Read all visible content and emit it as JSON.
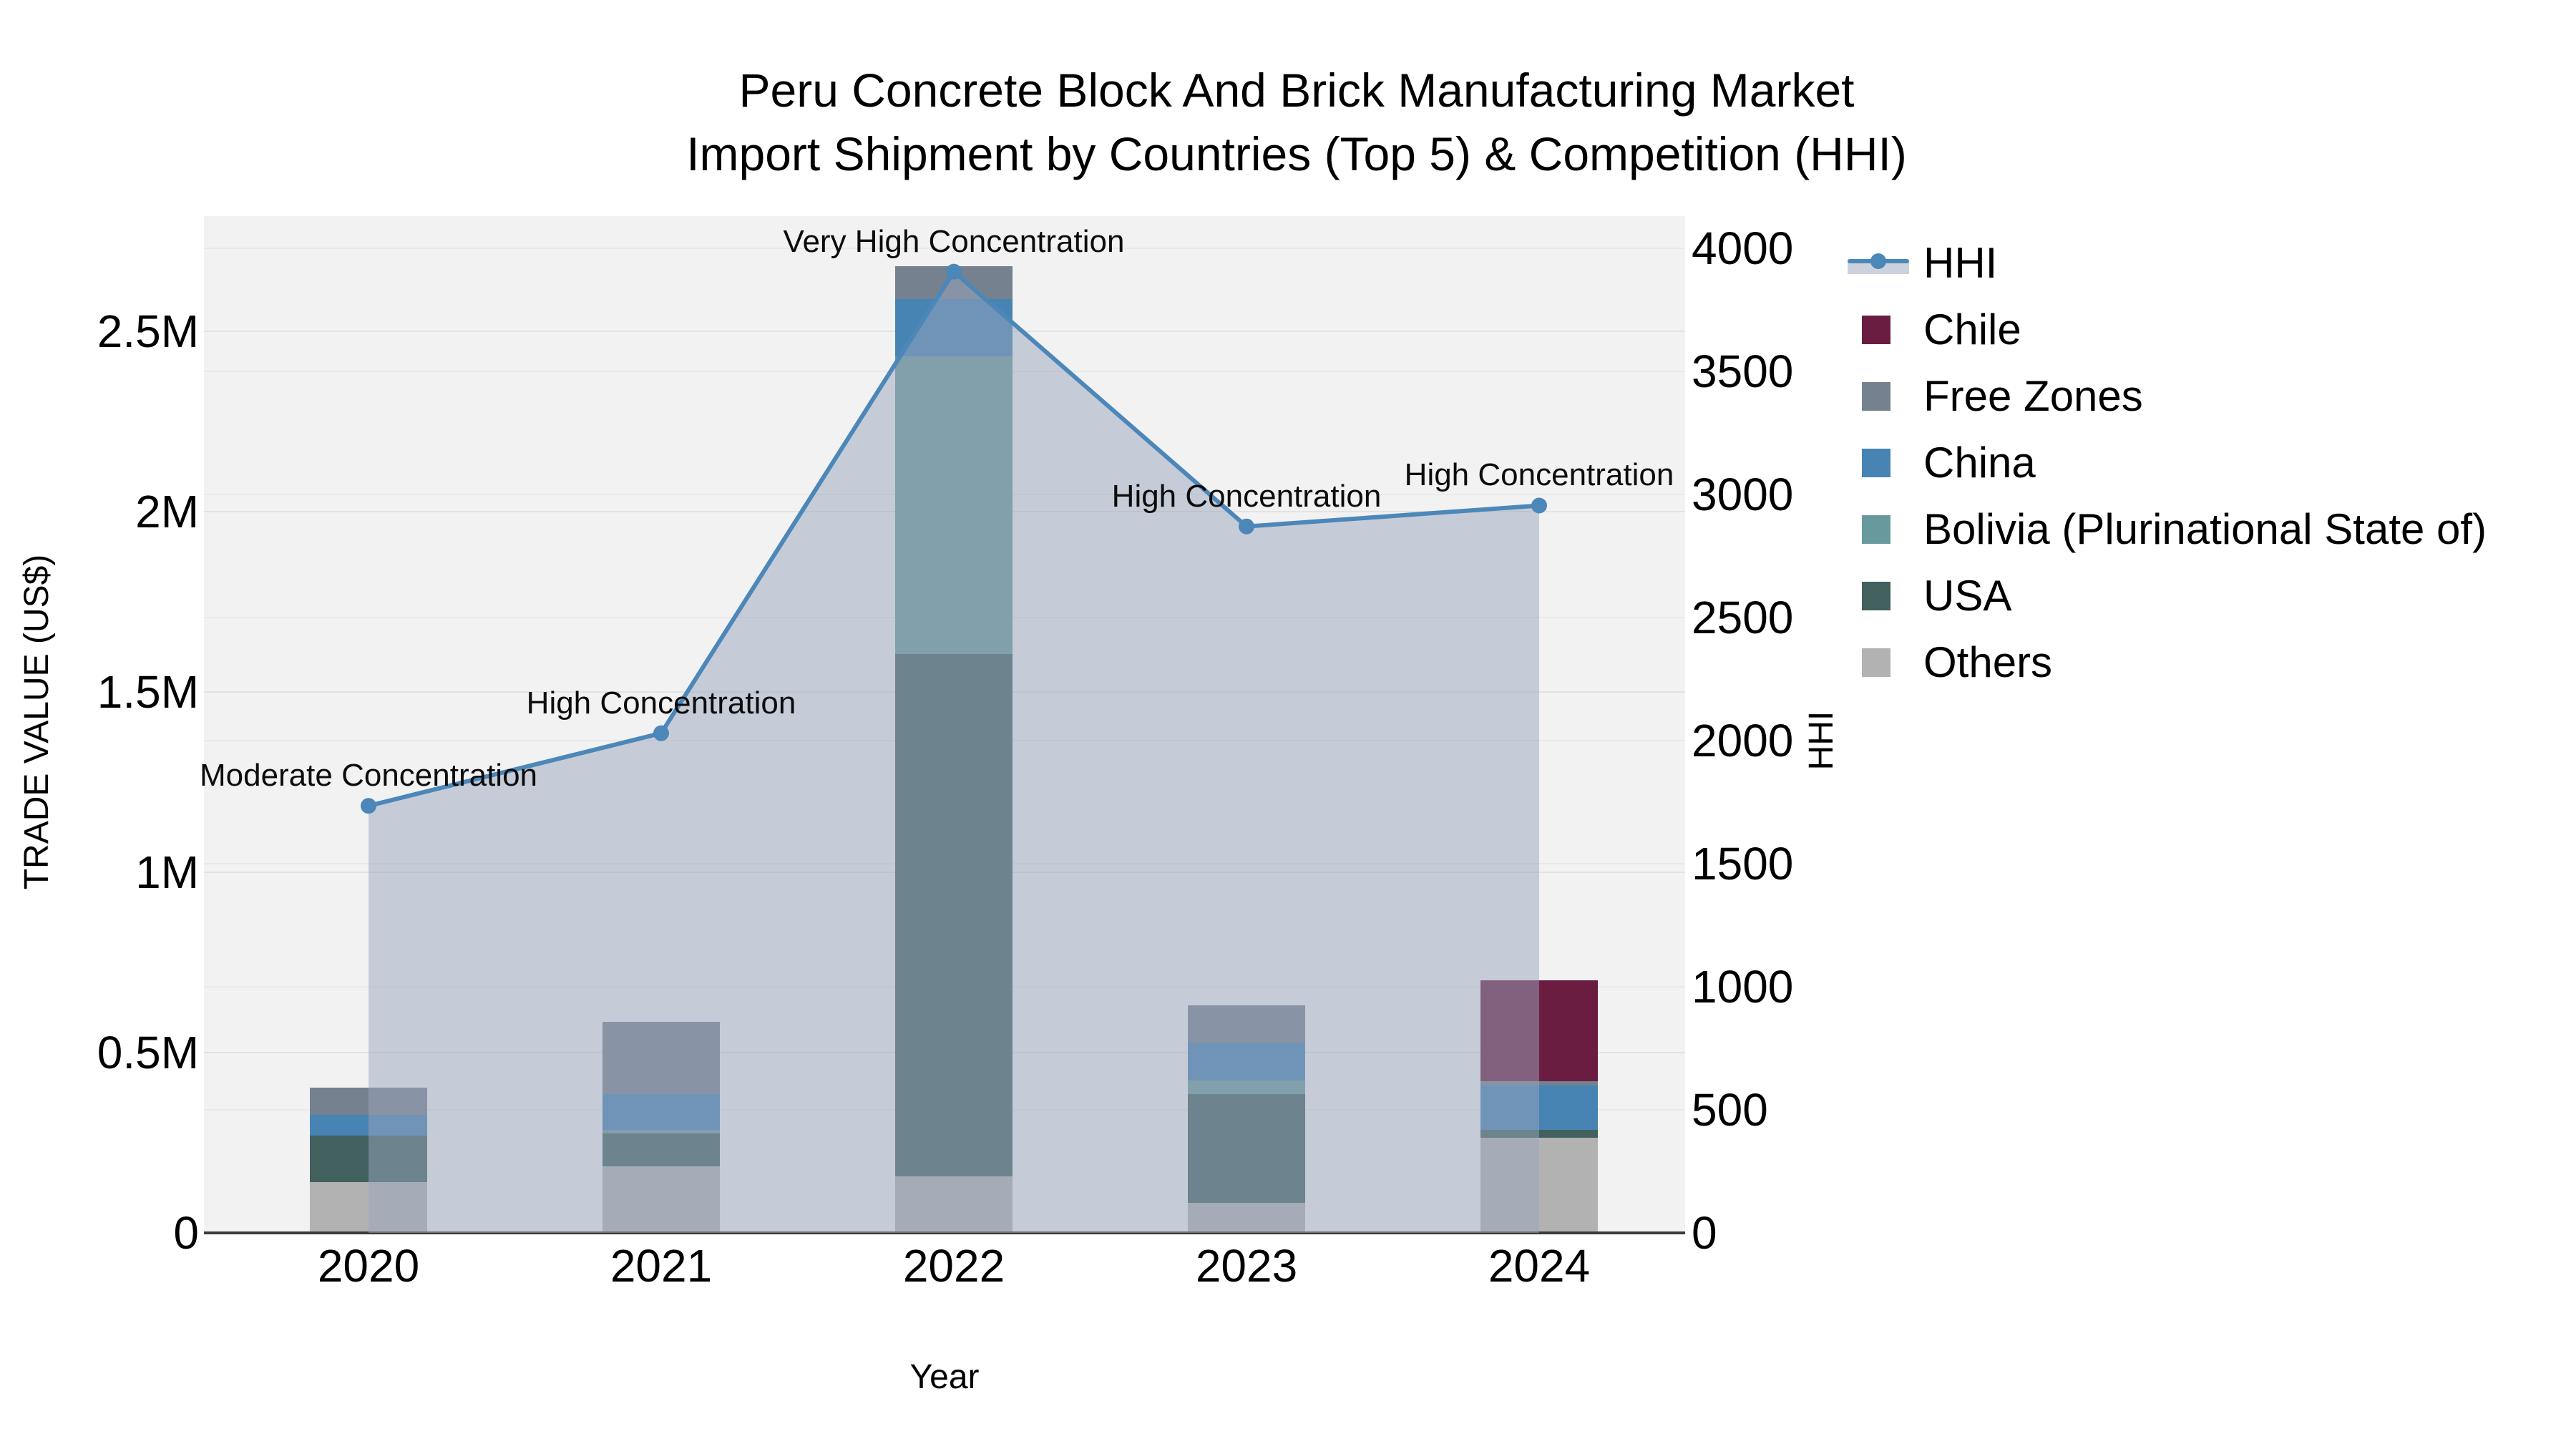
{
  "title": {
    "line1": "Peru Concrete Block And Brick Manufacturing Market",
    "line2": "Import Shipment by Countries (Top 5) & Competition (HHI)"
  },
  "axes": {
    "left": {
      "title": "TRADE VALUE (US$)",
      "ticks": [
        {
          "label": "0",
          "value": 0
        },
        {
          "label": "0.5M",
          "value": 500000
        },
        {
          "label": "1M",
          "value": 1000000
        },
        {
          "label": "1.5M",
          "value": 1500000
        },
        {
          "label": "2M",
          "value": 2000000
        },
        {
          "label": "2.5M",
          "value": 2500000
        }
      ]
    },
    "right": {
      "title": "HHI",
      "ticks": [
        {
          "label": "0",
          "value": 0
        },
        {
          "label": "500",
          "value": 500
        },
        {
          "label": "1000",
          "value": 1000
        },
        {
          "label": "1500",
          "value": 1500
        },
        {
          "label": "2000",
          "value": 2000
        },
        {
          "label": "2500",
          "value": 2500
        },
        {
          "label": "3000",
          "value": 3000
        },
        {
          "label": "3500",
          "value": 3500
        },
        {
          "label": "4000",
          "value": 4000
        }
      ]
    },
    "x": {
      "title": "Year",
      "categories": [
        "2020",
        "2021",
        "2022",
        "2023",
        "2024"
      ]
    }
  },
  "legend": {
    "items": [
      {
        "label": "HHI",
        "type": "line",
        "color": "#4c87b9"
      },
      {
        "label": "Chile",
        "type": "swatch",
        "color": "#6b1d41"
      },
      {
        "label": "Free Zones",
        "type": "swatch",
        "color": "#76818f"
      },
      {
        "label": "China",
        "type": "swatch",
        "color": "#4783b3"
      },
      {
        "label": "Bolivia (Plurinational State of)",
        "type": "swatch",
        "color": "#689a9d"
      },
      {
        "label": "USA",
        "type": "swatch",
        "color": "#41605e"
      },
      {
        "label": "Others",
        "type": "swatch",
        "color": "#b2b2b2"
      }
    ]
  },
  "chart_data": {
    "type": "combo: stacked bar (left axis) + line with area fill (right axis)",
    "categories": [
      "2020",
      "2021",
      "2022",
      "2023",
      "2024"
    ],
    "bar_value_unit": "US$ trade value",
    "stack_order_bottom_to_top": [
      "Others",
      "USA",
      "Bolivia (Plurinational State of)",
      "China",
      "Free Zones",
      "Chile"
    ],
    "series": [
      {
        "name": "Others",
        "color": "#b2b2b2",
        "values": [
          141000,
          185000,
          157000,
          83000,
          264000
        ]
      },
      {
        "name": "USA",
        "color": "#41605e",
        "values": [
          129000,
          91000,
          1448000,
          302000,
          22000
        ]
      },
      {
        "name": "Bolivia (Plurinational State of)",
        "color": "#689a9d",
        "values": [
          0,
          10000,
          825000,
          38000,
          0
        ]
      },
      {
        "name": "China",
        "color": "#4783b3",
        "values": [
          58000,
          99000,
          159000,
          105000,
          123000
        ]
      },
      {
        "name": "Free Zones",
        "color": "#76818f",
        "values": [
          75000,
          200000,
          91000,
          103000,
          12000
        ]
      },
      {
        "name": "Chile",
        "color": "#6b1d41",
        "values": [
          0,
          0,
          0,
          0,
          280000
        ]
      }
    ],
    "bar_totals": [
      403000,
      585000,
      2681000,
      631000,
      701000
    ],
    "line_series": {
      "name": "HHI",
      "axis": "right",
      "color": "#4c87b9",
      "area_fill": "rgba(154,166,187,0.5)",
      "values": [
        1735,
        2030,
        3905,
        2870,
        2955
      ]
    },
    "annotations": [
      {
        "category": "2020",
        "text": "Moderate Concentration"
      },
      {
        "category": "2021",
        "text": "High Concentration"
      },
      {
        "category": "2022",
        "text": "Very High Concentration"
      },
      {
        "category": "2023",
        "text": "High Concentration"
      },
      {
        "category": "2024",
        "text": "High Concentration"
      }
    ],
    "ylim_left": [
      0,
      2820000
    ],
    "ylim_right": [
      0,
      4130
    ],
    "grid": true,
    "legend_position": "right",
    "plot_background": "#f2f2f2"
  },
  "colors": {
    "background": "#ffffff",
    "plot_background": "#f2f2f2",
    "gridline": "#e3e3e3",
    "axis_line": "#3a3a3a",
    "text": "#000000",
    "accent_line": "#4c87b9"
  }
}
